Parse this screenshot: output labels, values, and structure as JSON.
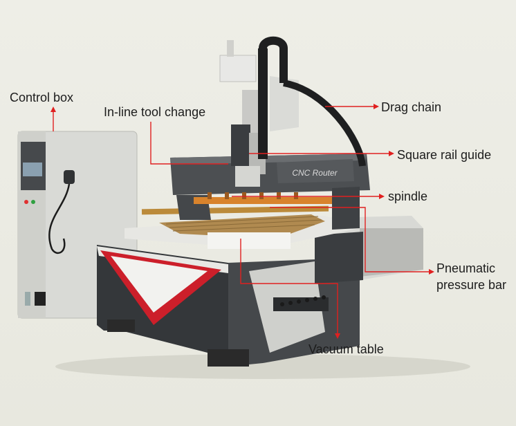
{
  "labels": {
    "control_box": "Control box",
    "tool_change": "In-line tool change",
    "drag_chain": "Drag chain",
    "square_rail": "Square rail guide",
    "spindle": "spindle",
    "pneumatic_line1": "Pneumatic",
    "pneumatic_line2": "pressure bar",
    "vacuum_table": "Vacuum table"
  },
  "machine_text": {
    "gantry_badge": "CNC Router"
  },
  "colors": {
    "leader_line": "#e02020",
    "machine_gray": "#5a5d60",
    "machine_light": "#dcdcd8",
    "accent_red": "#c8202a"
  }
}
